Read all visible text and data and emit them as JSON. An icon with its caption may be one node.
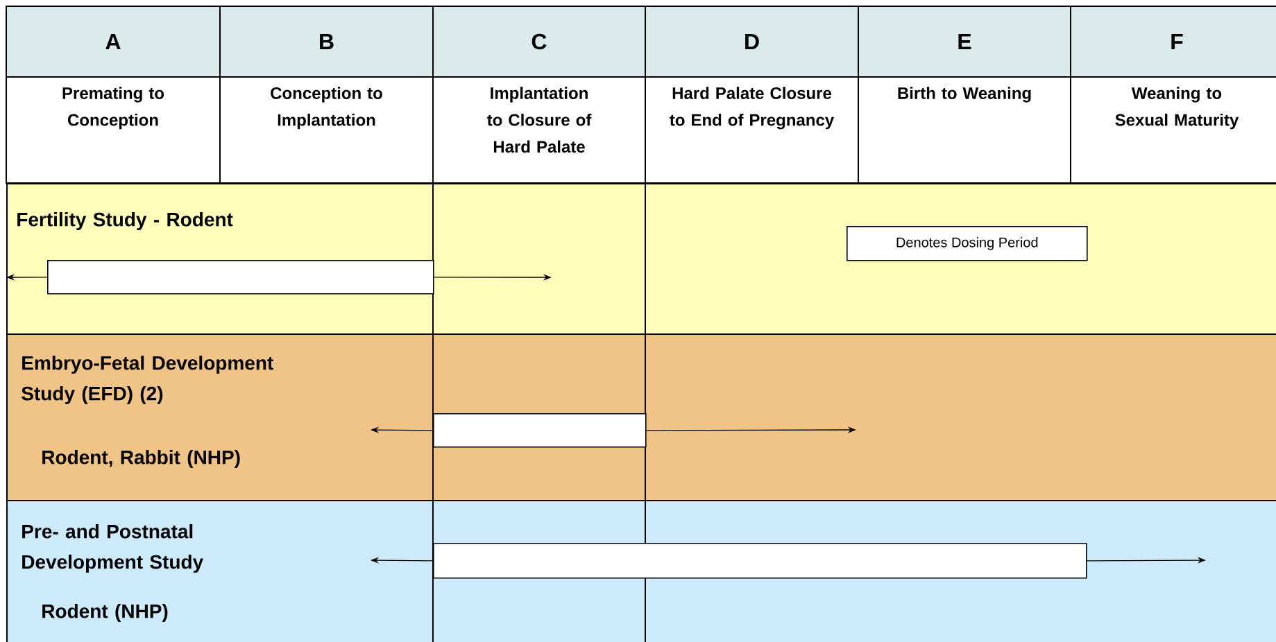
{
  "diagram": {
    "nodes": [
      {
        "text": [
          "Fertility Study - Rodent"
        ]
      },
      {
        "text": [],
        "shape": "bar",
        "in": 0
      },
      {
        "text": [
          "Denotes Dosing Period"
        ],
        "in": 0
      },
      {
        "text": [
          "Embryo-Fetal Development Study (EFD) (2)",
          "Rodent, Rabbit (NHP)"
        ]
      },
      {
        "text": [],
        "shape": "bar",
        "in": 3
      },
      {
        "text": [
          "Pre- and Postnatal Development Study",
          "Rodent (NHP)"
        ]
      },
      {
        "text": [],
        "shape": "bar",
        "in": 5
      }
    ],
    "edges": [
      {
        "from": 1,
        "to": null,
        "arrow": "to"
      },
      {
        "from": 1,
        "to": null,
        "arrow": "to"
      },
      {
        "from": 4,
        "to": null,
        "arrow": "to"
      },
      {
        "from": 4,
        "to": null,
        "arrow": "to"
      },
      {
        "from": 6,
        "to": null,
        "arrow": "to"
      },
      {
        "from": 6,
        "to": null,
        "arrow": "to"
      }
    ],
    "labels": [
      "A",
      "B",
      "C",
      "D",
      "E",
      "F",
      "Premating to Conception",
      "Conception to Implantation",
      "Implantation to Closure of Hard Palate",
      "Hard Palate Closure to End of Pregnancy",
      "Birth to Weaning",
      "Weaning to Sexual Maturity"
    ]
  }
}
